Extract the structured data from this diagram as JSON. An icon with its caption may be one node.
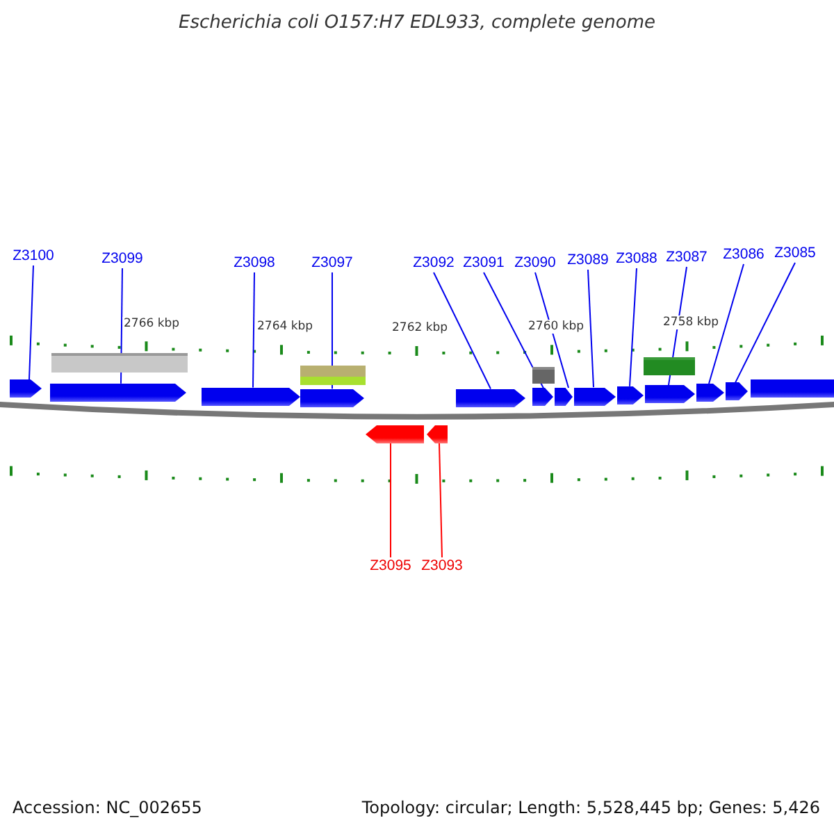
{
  "diagram": {
    "title": "Escherichia coli O157:H7 EDL933, complete genome",
    "nodes": [
      {
        "text": [
          "Z3100"
        ]
      },
      {
        "text": [
          "Z3099"
        ]
      },
      {
        "text": [
          "Z3098"
        ]
      },
      {
        "text": [
          "Z3097"
        ]
      },
      {
        "text": [
          "Z3092"
        ]
      },
      {
        "text": [
          "Z3091"
        ]
      },
      {
        "text": [
          "Z3090"
        ]
      },
      {
        "text": [
          "Z3089"
        ]
      },
      {
        "text": [
          "Z3088"
        ]
      },
      {
        "text": [
          "Z3087"
        ]
      },
      {
        "text": [
          "Z3086"
        ]
      },
      {
        "text": [
          "Z3085"
        ]
      },
      {
        "text": [],
        "shape": "arrow"
      },
      {
        "text": [],
        "shape": "arrow"
      },
      {
        "text": [],
        "shape": "arrow"
      },
      {
        "text": [],
        "shape": "arrow"
      },
      {
        "text": [],
        "shape": "arrow"
      },
      {
        "text": [],
        "shape": "arrow"
      },
      {
        "text": [],
        "shape": "arrow"
      },
      {
        "text": [],
        "shape": "arrow"
      },
      {
        "text": [],
        "shape": "arrow"
      },
      {
        "text": [],
        "shape": "arrow"
      },
      {
        "text": [],
        "shape": "arrow"
      },
      {
        "text": [],
        "shape": "arrow"
      },
      {
        "text": [],
        "shape": "arrow"
      },
      {
        "text": [],
        "shape": "arrow"
      },
      {
        "text": [],
        "shape": "arrow"
      },
      {
        "text": [
          "Z3095"
        ]
      },
      {
        "text": [
          "Z3093"
        ]
      },
      {
        "text": [],
        "shape": "bar"
      },
      {
        "text": [],
        "shape": "bar"
      },
      {
        "text": [],
        "shape": "bar"
      },
      {
        "text": [],
        "shape": "bar"
      }
    ],
    "edges": [
      {
        "from": 0,
        "to": 12,
        "arrow": "none"
      },
      {
        "from": 1,
        "to": 13,
        "arrow": "none"
      },
      {
        "from": 2,
        "to": 14,
        "arrow": "none"
      },
      {
        "from": 3,
        "to": 15,
        "arrow": "none"
      },
      {
        "from": 4,
        "to": 16,
        "arrow": "none"
      },
      {
        "from": 5,
        "to": 17,
        "arrow": "none"
      },
      {
        "from": 6,
        "to": 18,
        "arrow": "none"
      },
      {
        "from": 7,
        "to": 19,
        "arrow": "none"
      },
      {
        "from": 8,
        "to": 20,
        "arrow": "none"
      },
      {
        "from": 9,
        "to": 21,
        "arrow": "none"
      },
      {
        "from": 10,
        "to": 22,
        "arrow": "none"
      },
      {
        "from": 11,
        "to": 23,
        "arrow": "none"
      },
      {
        "from": 27,
        "to": 25,
        "arrow": "none",
        "color": "#ff0000"
      },
      {
        "from": 28,
        "to": 26,
        "arrow": "none",
        "color": "#ff0000"
      }
    ],
    "labels": [
      "2766 kbp",
      "2764 kbp",
      "2762 kbp",
      "2760 kbp",
      "2758 kbp",
      "Accession: NC_002655",
      "Topology: circular; Length: 5,528,445 bp; Genes: 5,426"
    ]
  }
}
